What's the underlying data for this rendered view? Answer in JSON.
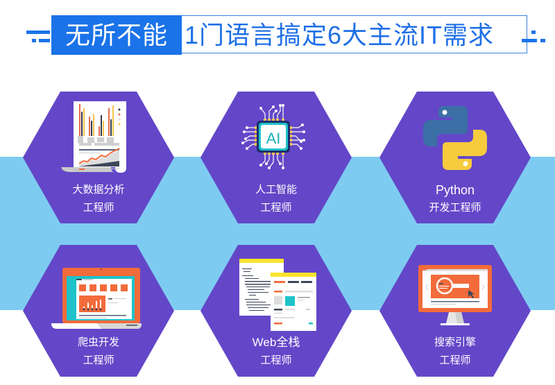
{
  "header": {
    "title_highlight": "无所不能",
    "title_rest": "1门语言搞定6大主流IT需求"
  },
  "colors": {
    "accent_blue": "#1a73e8",
    "band_blue": "#7ecbf1",
    "hex_purple": "#6347c8",
    "orange": "#f26b3a",
    "teal": "#1fc2c9"
  },
  "cards": [
    {
      "icon": "data-analysis-report-icon",
      "line1": "大数据分析",
      "line2": "工程师"
    },
    {
      "icon": "ai-chip-icon",
      "line1": "人工智能",
      "line2": "工程师",
      "chip_text": "AI"
    },
    {
      "icon": "python-logo-icon",
      "line1": "Python",
      "line2": "开发工程师"
    },
    {
      "icon": "crawler-laptop-icon",
      "line1": "爬虫开发",
      "line2": "工程师"
    },
    {
      "icon": "web-fullstack-pages-icon",
      "line1": "Web全栈",
      "line2": "工程师"
    },
    {
      "icon": "search-engine-monitor-icon",
      "line1": "搜索引擎",
      "line2": "工程师"
    }
  ]
}
